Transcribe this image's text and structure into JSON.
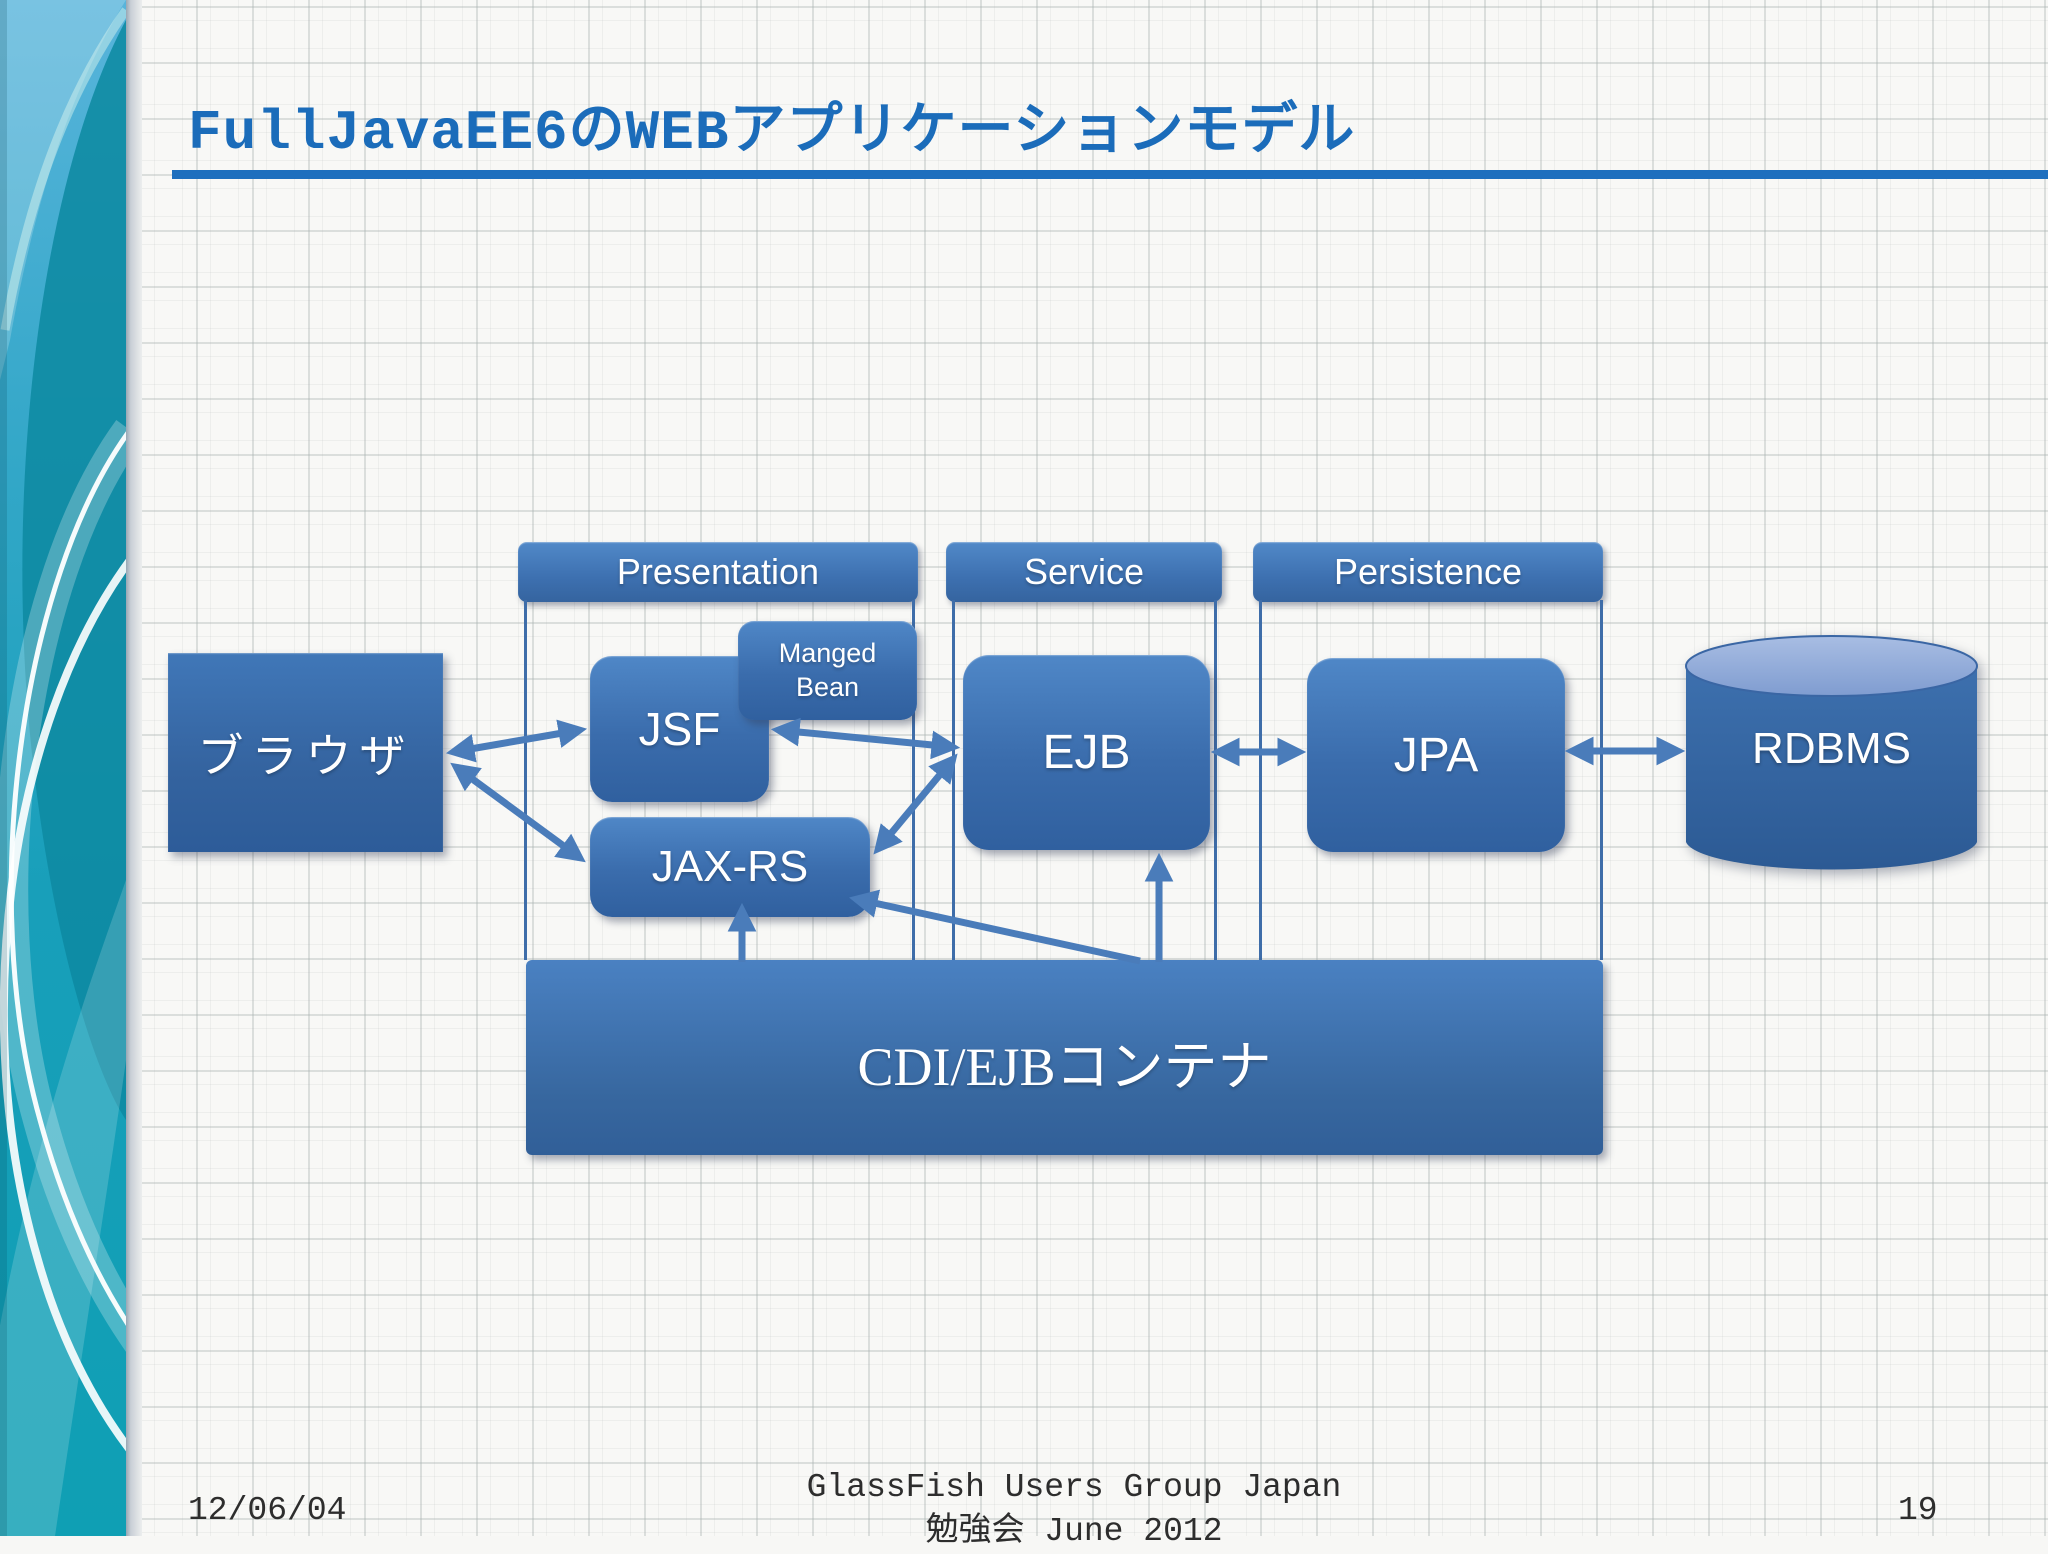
{
  "slide": {
    "title": "FullJavaEE6のWEBアプリケーションモデル",
    "footer": {
      "date": "12/06/04",
      "group_line1": "GlassFish Users Group Japan",
      "group_line2": "勉強会 June 2012",
      "page_number": "19"
    }
  },
  "diagram": {
    "column_headers": {
      "presentation": "Presentation",
      "service": "Service",
      "persistence": "Persistence"
    },
    "nodes": {
      "browser": "ブラウザ",
      "jsf": "JSF",
      "managed_bean_line1": "Manged",
      "managed_bean_line2": "Bean",
      "jaxrs": "JAX-RS",
      "ejb": "EJB",
      "jpa": "JPA",
      "rdbms": "RDBMS",
      "container": "CDI/EJBコンテナ"
    },
    "relations": [
      "browser<->jsf",
      "browser<->jax-rs",
      "jsf<->ejb",
      "jax-rs<->ejb",
      "ejb<->jpa",
      "jpa<->rdbms",
      "container->jax-rs",
      "container->ejb",
      "container->jax-rs-diagonal"
    ]
  },
  "colors": {
    "accent_blue": "#4f81bd",
    "arrow_blue": "#4a7cba",
    "title_blue": "#1b6cba",
    "box_gradient_top": "#4f87c7",
    "box_gradient_bottom": "#30609f",
    "bracket_line": "#3e6da9",
    "sidebar_teal_light": "#58b4db",
    "sidebar_teal_dark": "#0f9fb4",
    "background": "#f8f8f6",
    "grid_line": "#dfe2e2",
    "footer_text": "#2d2d2d",
    "cylinder_top": "#93aeda"
  }
}
